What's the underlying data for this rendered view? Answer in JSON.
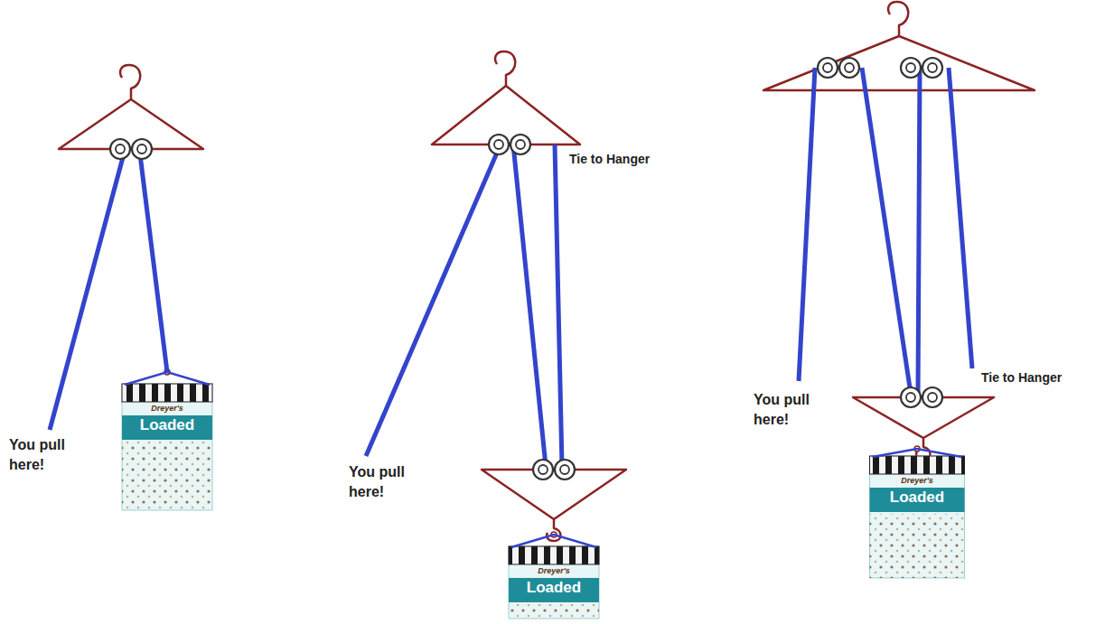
{
  "diagram": {
    "labels": [
      "You pull here!",
      "Dreyer's",
      "Loaded",
      "Tie to Hanger",
      "You pull here!",
      "Dreyer's",
      "Loaded",
      "Tie to Hanger",
      "You pull here!",
      "Dreyer's",
      "Loaded"
    ]
  }
}
